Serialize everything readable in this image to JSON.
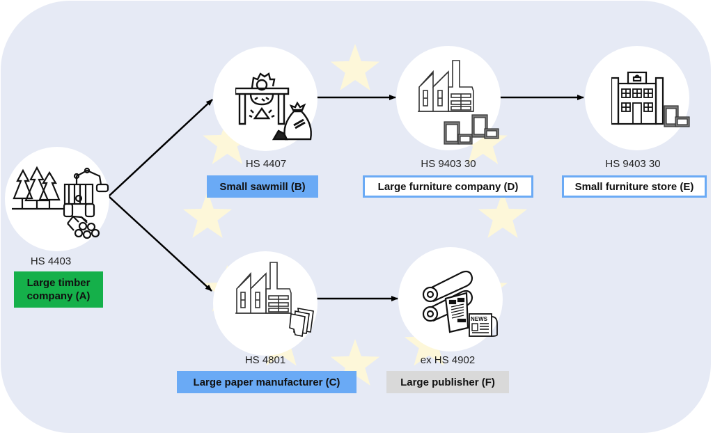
{
  "diagram": {
    "title": "Timber value chain (EU)",
    "background_color": "#e6eaf5",
    "star_color": "#fdf7d9",
    "star_count": 12,
    "nodes": [
      {
        "id": "A",
        "hs_code": "HS 4403",
        "label": "Large timber company (A)",
        "label_line1": "Large timber",
        "label_line2": "company (A)",
        "style": "green",
        "icon": "forest-harvester-logs-icon"
      },
      {
        "id": "B",
        "hs_code": "HS 4407",
        "label": "Small sawmill (B)",
        "style": "blue",
        "icon": "sawmill-icon"
      },
      {
        "id": "C",
        "hs_code": "HS 4801",
        "label": "Large paper manufacturer (C)",
        "style": "blue",
        "icon": "paper-factory-icon"
      },
      {
        "id": "D",
        "hs_code": "HS 9403 30",
        "label": "Large furniture company (D)",
        "style": "white-outline",
        "icon": "furniture-factory-icon"
      },
      {
        "id": "E",
        "hs_code": "HS 9403 30",
        "label": "Small furniture store (E)",
        "style": "white-outline",
        "icon": "furniture-store-icon"
      },
      {
        "id": "F",
        "hs_code": "ex HS 4902",
        "label": "Large publisher (F)",
        "style": "grey",
        "icon": "printing-press-news-icon"
      }
    ],
    "edges": [
      {
        "from": "A",
        "to": "B"
      },
      {
        "from": "A",
        "to": "C"
      },
      {
        "from": "B",
        "to": "D"
      },
      {
        "from": "D",
        "to": "E"
      },
      {
        "from": "C",
        "to": "F"
      }
    ],
    "colors": {
      "green": "#15b04a",
      "blue": "#6aaaf5",
      "grey": "#d9d9d9",
      "arrow": "#000000"
    }
  }
}
